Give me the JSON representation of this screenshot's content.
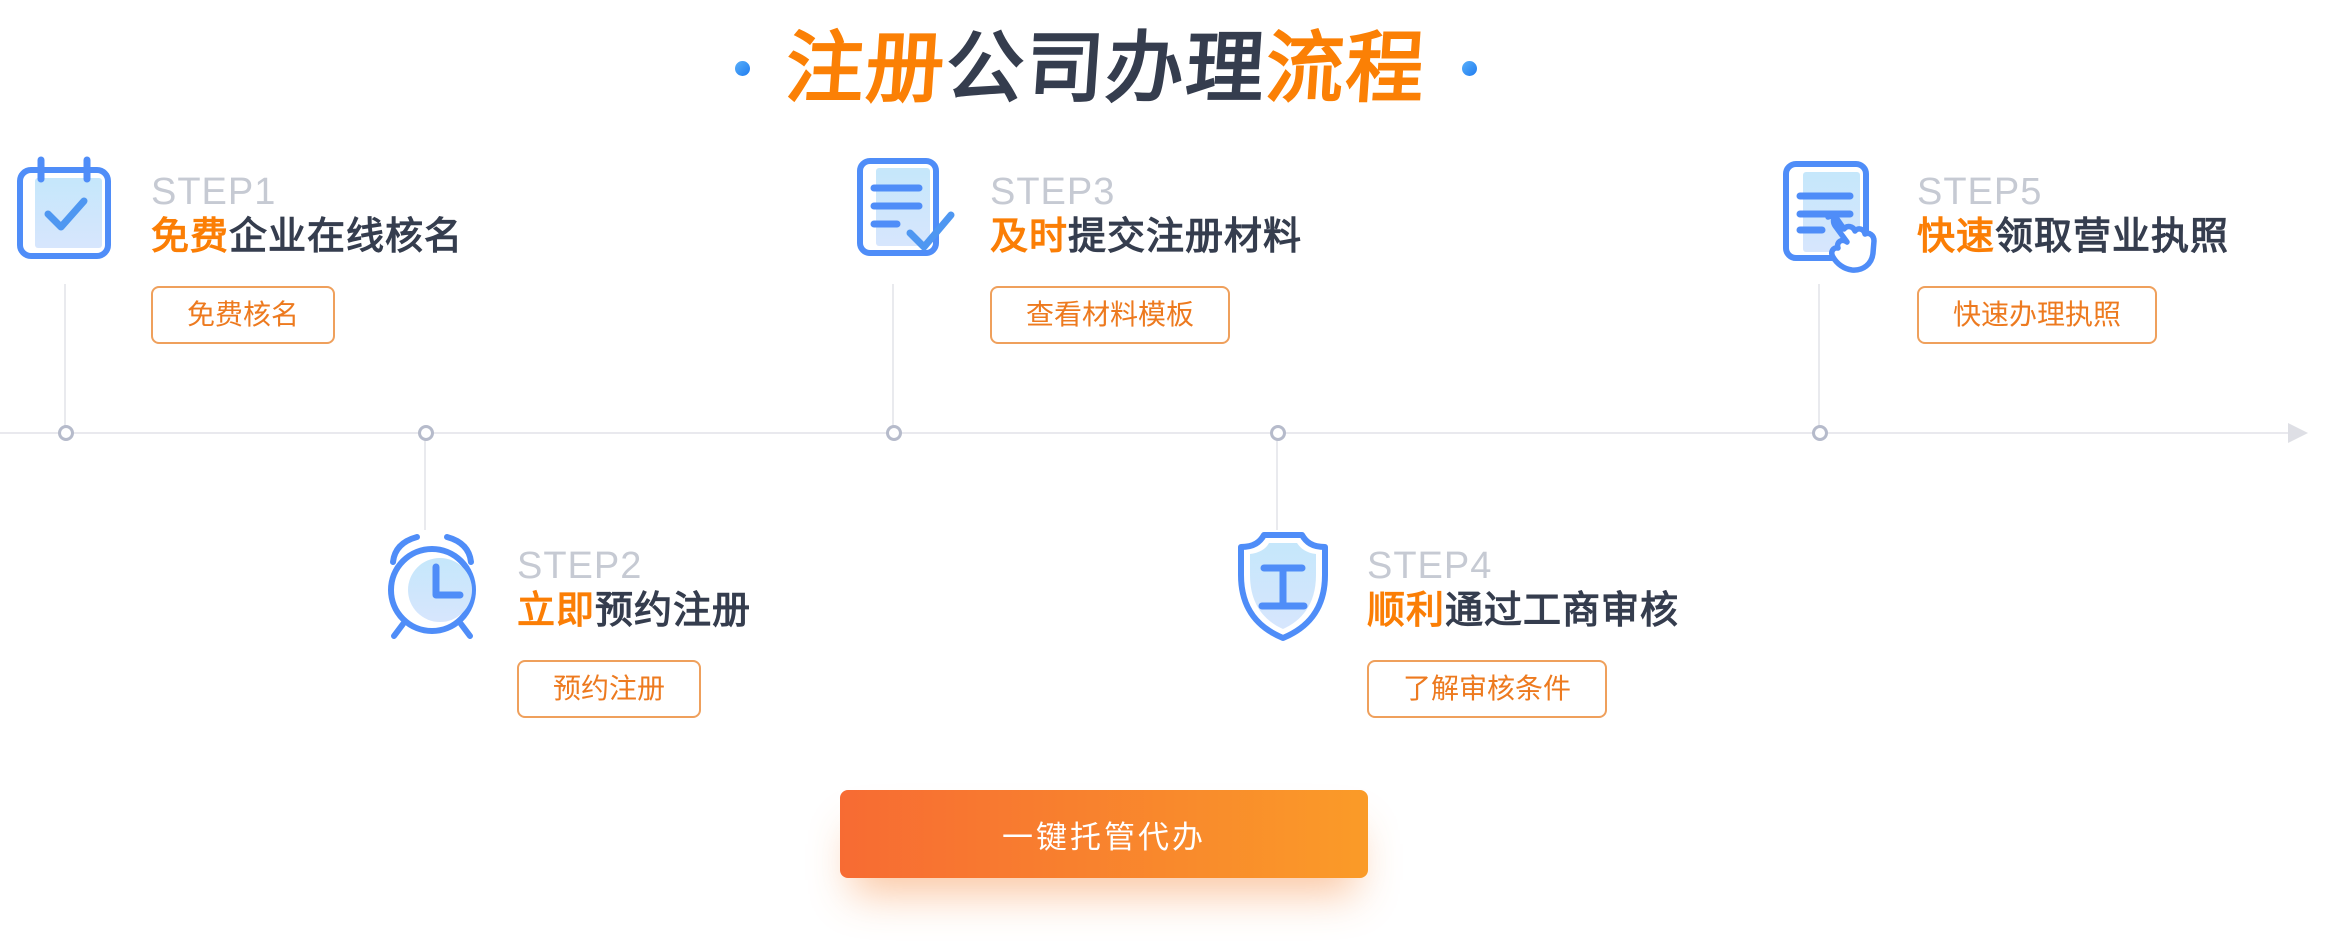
{
  "header": {
    "title": {
      "accent_left": "注册",
      "middle": "公司办理",
      "accent_right": "流程"
    }
  },
  "steps": [
    {
      "label": "STEP1",
      "title_accent": "免费",
      "title_rest": "企业在线核名",
      "button_label": "免费核名",
      "icon": "calendar-check"
    },
    {
      "label": "STEP2",
      "title_accent": "立即",
      "title_rest": "预约注册",
      "button_label": "预约注册",
      "icon": "alarm-clock"
    },
    {
      "label": "STEP3",
      "title_accent": "及时",
      "title_rest": "提交注册材料",
      "button_label": "查看材料模板",
      "icon": "document-check"
    },
    {
      "label": "STEP4",
      "title_accent": "顺利",
      "title_rest": "通过工商审核",
      "button_label": "了解审核条件",
      "icon": "shield-worker"
    },
    {
      "label": "STEP5",
      "title_accent": "快速",
      "title_rest": "领取营业执照",
      "button_label": "快速办理执照",
      "icon": "document-hand"
    }
  ],
  "cta": {
    "label": "一键托管代办"
  },
  "colors": {
    "accent_orange": "#fb7e05",
    "dark_text": "#353d4e",
    "step_label_gray": "#c6cad3",
    "icon_blue": "#4f8df8",
    "icon_fill_light": "#cfe8fc",
    "timeline_gray": "#e9e9ee",
    "node_ring_gray": "#b6bbcb",
    "title_dot_blue": "#2f8ef5",
    "outline_button_border": "#efa05c",
    "outline_button_text": "#ed7a1f",
    "cta_gradient_start": "#f76b33",
    "cta_gradient_end": "#fa9b28"
  }
}
